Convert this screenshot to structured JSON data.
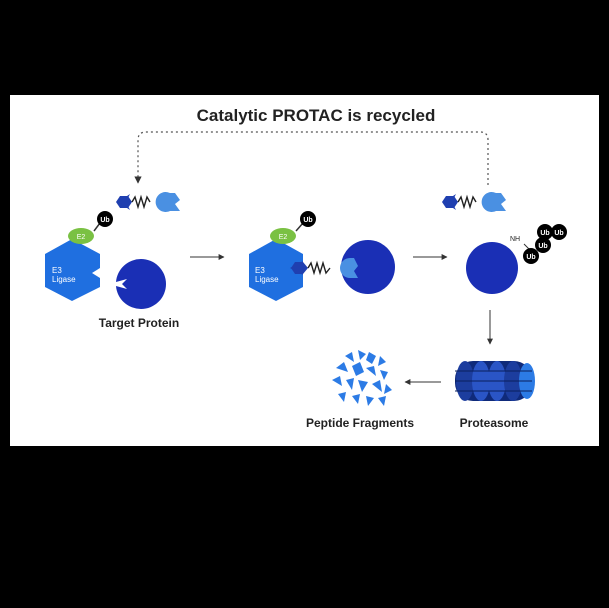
{
  "title": "Catalytic PROTAC is recycled",
  "labels": {
    "e3_line1": "E3",
    "e3_line2": "Ligase",
    "e2": "E2",
    "ub": "Ub",
    "nh": "NH",
    "target_protein": "Target Protein",
    "proteasome": "Proteasome",
    "peptide_fragments": "Peptide Fragments"
  },
  "colors": {
    "background": "#000000",
    "panel": "#ffffff",
    "e3_ligase": "#1f6fe0",
    "target_protein": "#1a2fb5",
    "e2": "#7ac143",
    "ubiquitin": "#000000",
    "protac_warhead": "#1f3fb0",
    "protac_ligand": "#4a90e2",
    "fragments": "#2c7be5",
    "proteasome": "#1c3d9e"
  },
  "icons": [
    "dotted-recycle-arrow",
    "process-arrow",
    "protac-molecule",
    "proteasome",
    "peptide-fragments"
  ]
}
